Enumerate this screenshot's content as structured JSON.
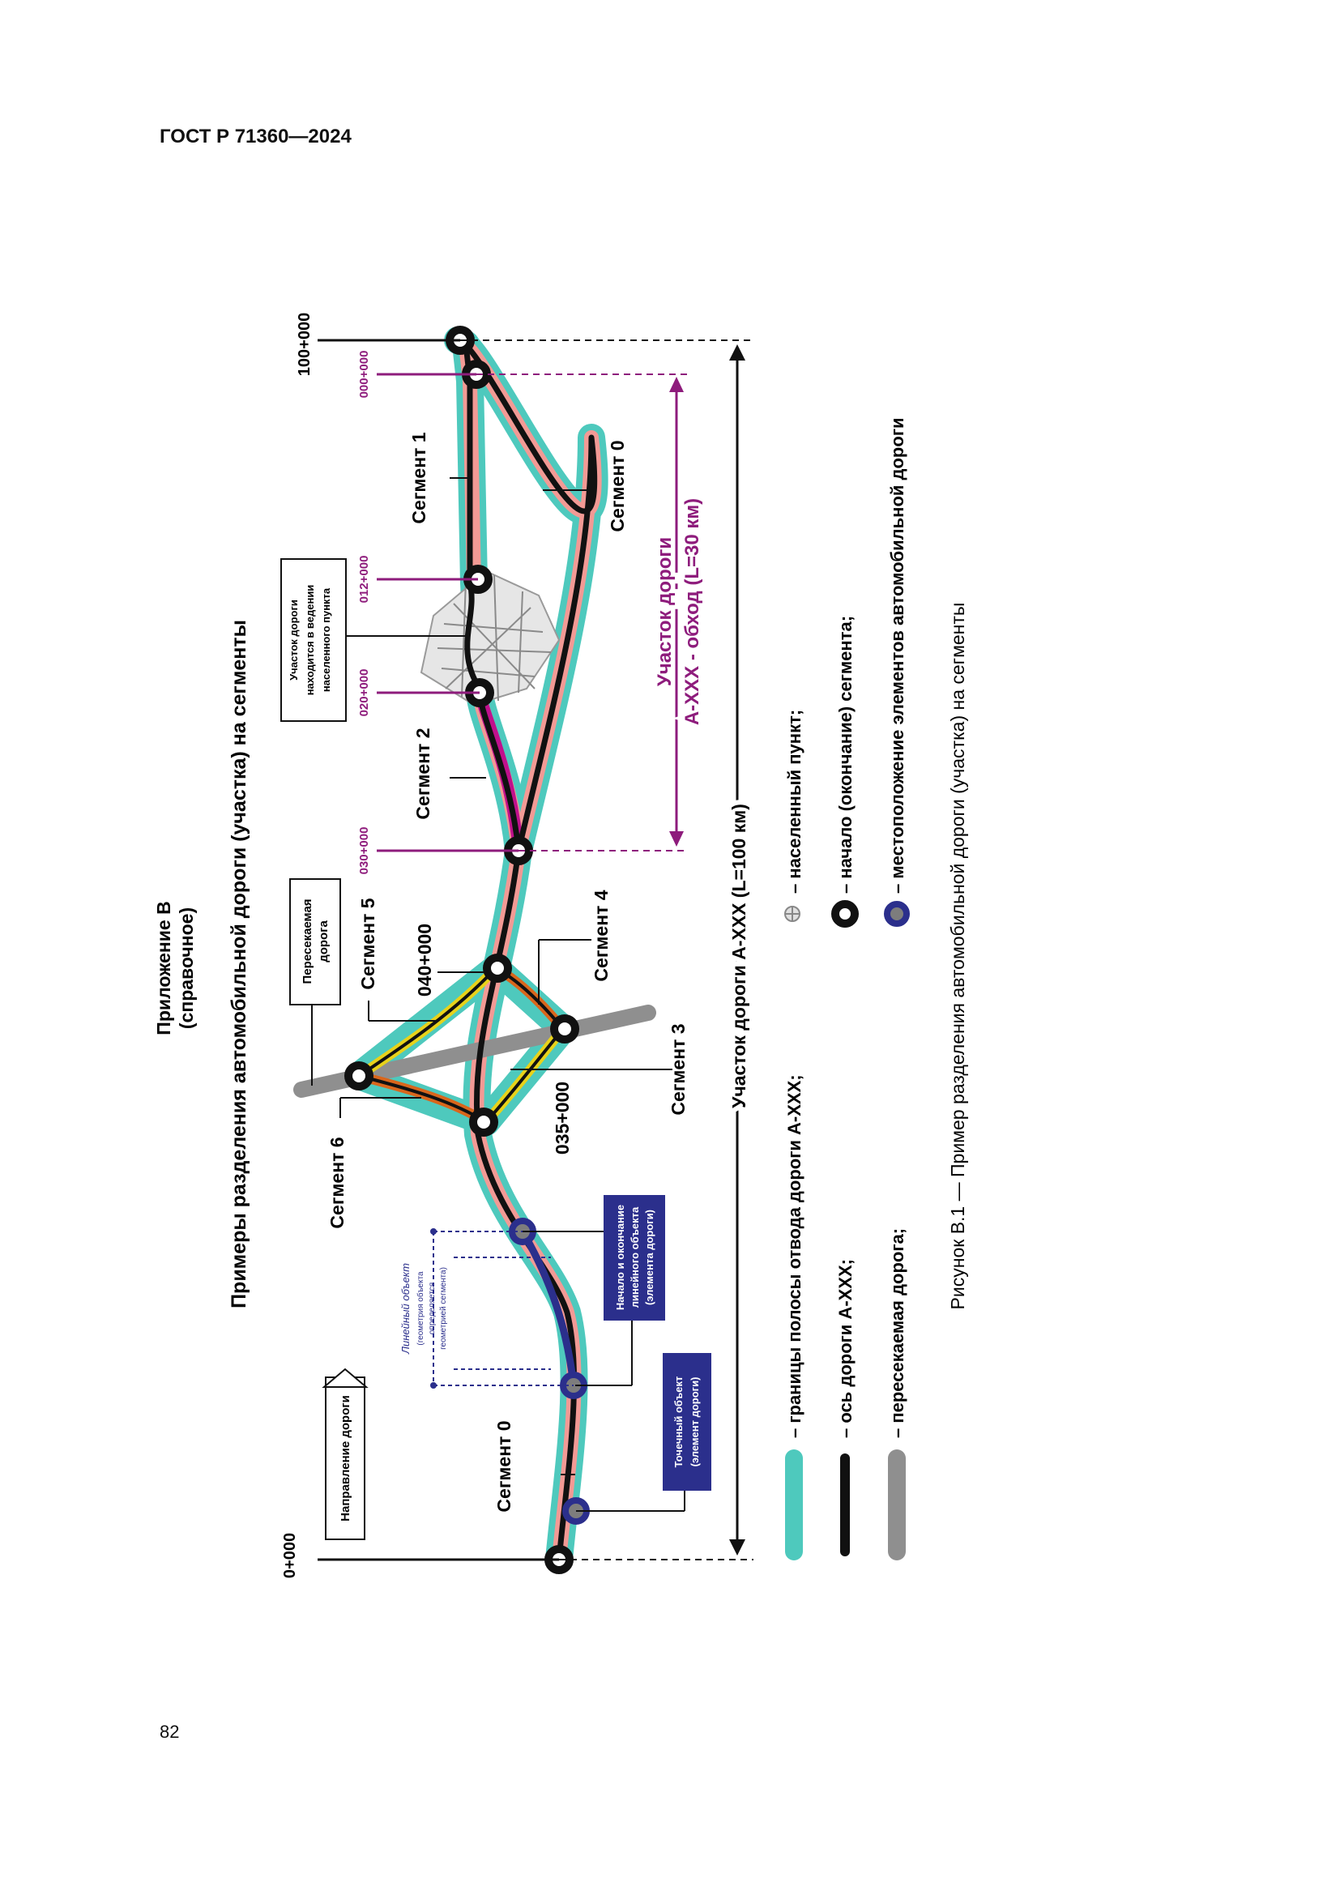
{
  "header": {
    "doc_code": "ГОСТ Р 71360—2024"
  },
  "page_number": "82",
  "appendix": {
    "title": "Приложение В",
    "subtitle": "(справочное)"
  },
  "figure_title": "Примеры разделения автомобильной дороги (участка) на сегменты",
  "figure_caption": "Рисунок В.1 — Пример разделения автомобильной дороги (участка) на сегменты",
  "colors": {
    "right_of_way": "#4ec9bd",
    "border_pink": "#f29a95",
    "axis": "#111111",
    "crossing_road": "#8f8f8f",
    "settlement_segment": "#c0108c",
    "chainage_label": "#8e1c7c",
    "object_blue": "#2b2f8c",
    "ramp_yellow": "#e8d21a",
    "ramp_orange": "#d9661c"
  },
  "chainage": {
    "start": "0+000",
    "end": "100+000"
  },
  "km_marks": {
    "k035": "035+000",
    "k040": "040+000"
  },
  "section_chainage": [
    "000+000",
    "012+000",
    "020+000",
    "030+000"
  ],
  "segments": {
    "s0_top": "Сегмент 0",
    "s0_bottom": "Сегмент 0",
    "s1": "Сегмент 1",
    "s2": "Сегмент 2",
    "s3": "Сегмент 3",
    "s4": "Сегмент 4",
    "s5": "Сегмент 5",
    "s6": "Сегмент 6"
  },
  "direction_label": "Направление дороги",
  "crossing_road_box": [
    "Пересекаемая",
    "дорога"
  ],
  "settlement_box": [
    "Участок дороги",
    "находится в ведении",
    "населенного пункта"
  ],
  "linear_object_note": [
    "Линейный объект",
    "(геометрия объекта",
    "определяется",
    "геометрией сегмента)"
  ],
  "start_end_box": [
    "Начало и окончание",
    "линейного объекта",
    "(элемента дороги)"
  ],
  "point_object_box": [
    "Точечный объект",
    "(элемент дороги)"
  ],
  "road_length_label": "Участок дороги А-XXX (L=100 км)",
  "bypass_label": [
    "Участок дороги",
    "А-XXX - обход (L=30 км)"
  ],
  "legend": {
    "right_of_way": "– границы полосы отвода дороги А-XXX;",
    "axis": "– ось дороги А-XXX;",
    "crossing": "– пересекаемая дорога;",
    "settlement": "– населенный пункт;",
    "segment_node": "– начало (окончание) сегмента;",
    "element_location": "– местоположение элементов автомобильной дороги"
  }
}
